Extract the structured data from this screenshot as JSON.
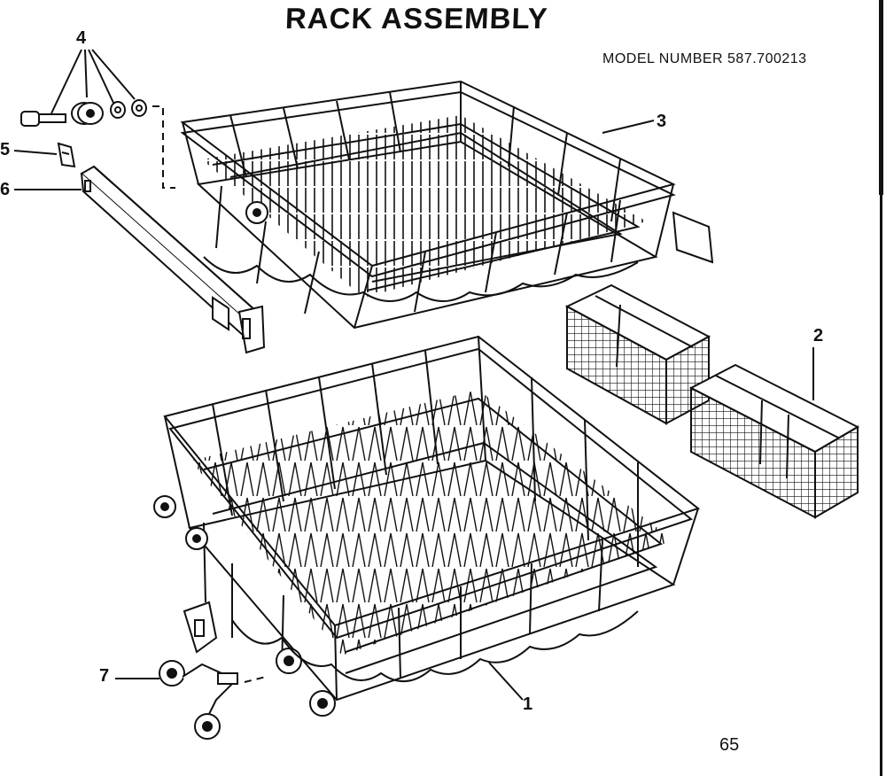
{
  "title": "RACK ASSEMBLY",
  "model_number": "MODEL NUMBER 587.700213",
  "page_number": "65",
  "callouts": {
    "c1": "1",
    "c2": "2",
    "c3": "3",
    "c4": "4",
    "c5": "5",
    "c6": "6",
    "c7": "7"
  }
}
